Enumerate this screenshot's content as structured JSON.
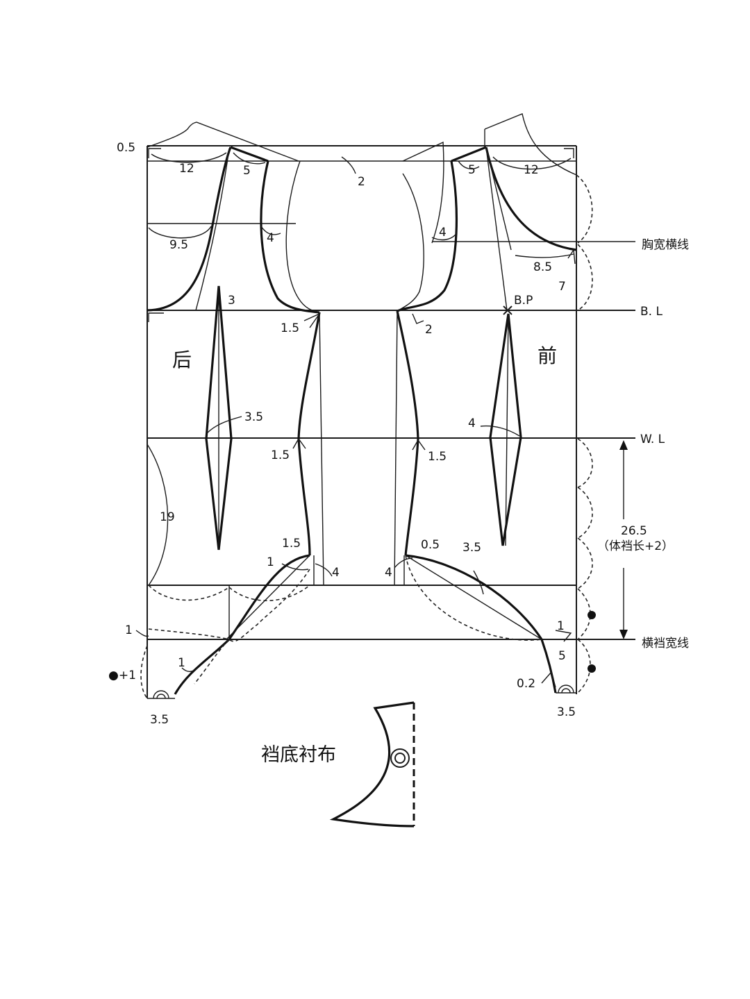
{
  "panels": {
    "back": "后",
    "front": "前"
  },
  "lines": {
    "chest_width": "胸宽横线",
    "bust": "B. L",
    "waist": "W. L",
    "crotch_width": "横裆宽线"
  },
  "points": {
    "bust_point": "B.P"
  },
  "vertical_measure": {
    "value": "26.5",
    "formula": "（体裆长+2）"
  },
  "gusset_caption": "裆底衬布",
  "measurements": {
    "back_top_rise": "0.5",
    "back_neck_width": "12",
    "back_shoulder": "5",
    "armhole_gap": "2",
    "back_chest": "9.5",
    "back_arm_depth": "4",
    "back_dart_top": "3",
    "back_side_bust": "1.5",
    "back_dart_width": "3.5",
    "back_side_waist": "1.5",
    "back_hip_depth": "19",
    "back_crotch_curve": "1.5",
    "back_crotch_pt": "1",
    "back_crotch_out": "4",
    "back_leg_up": "1",
    "back_leg_curve": "1",
    "back_extra": "●+1",
    "back_leg_width": "3.5",
    "front_shoulder": "5",
    "front_neck_width": "12",
    "front_arm_depth": "4",
    "front_neck_depth": "8.5",
    "front_bust_drop": "7",
    "front_side_bust": "2",
    "front_dart_width": "4",
    "front_side_waist": "1.5",
    "front_crotch_out": "4",
    "front_crotch_pt": "0.5",
    "front_crotch_curve": "3.5",
    "front_leg_up": "1",
    "front_leg_five": "5",
    "front_leg_small": "0.2",
    "front_leg_width": "3.5"
  }
}
